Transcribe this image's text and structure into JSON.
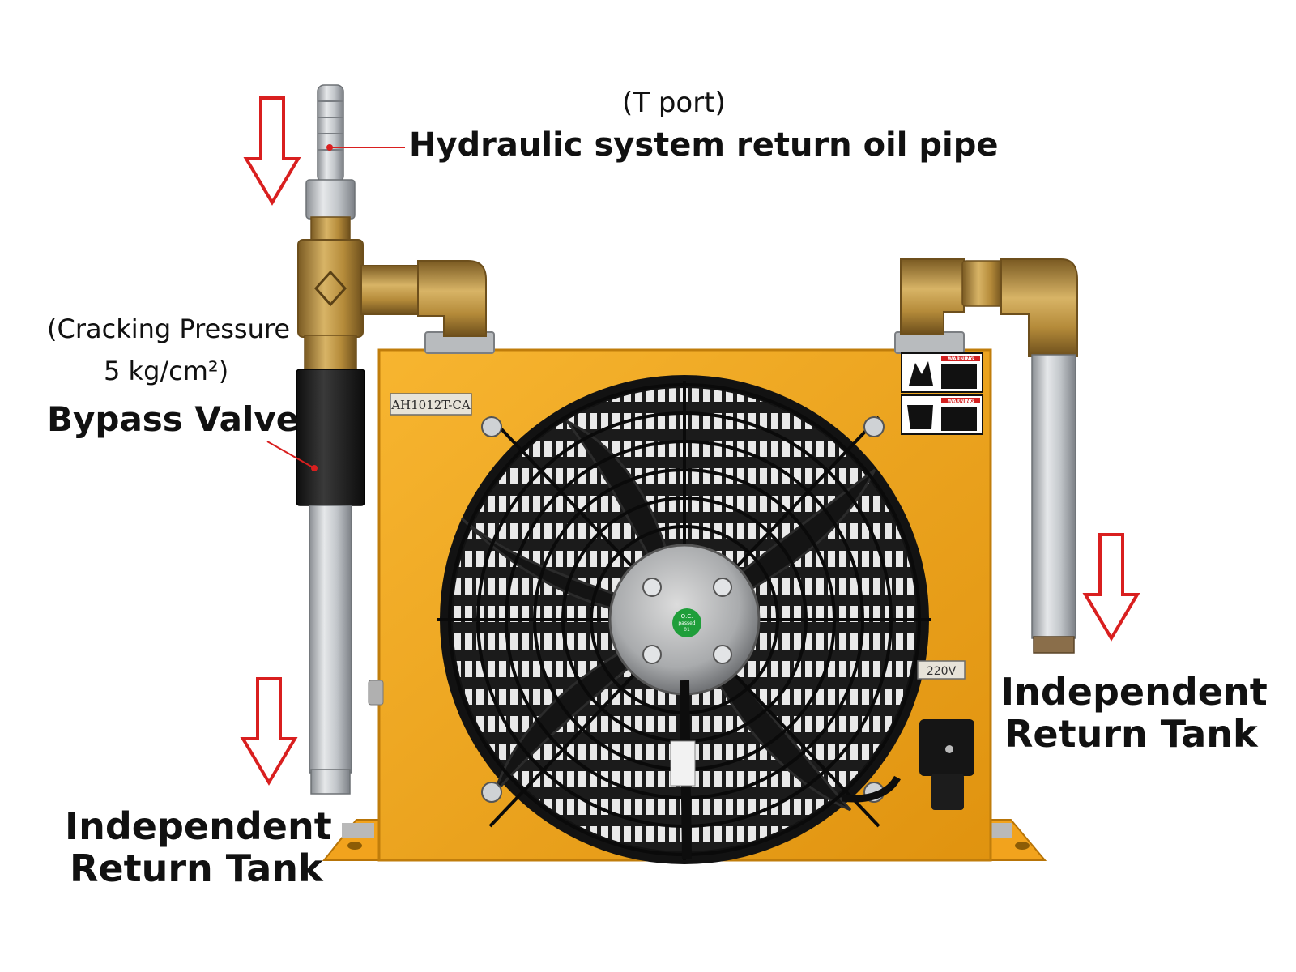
{
  "labels": {
    "t_port": "(T port)",
    "return_oil_pipe": "Hydraulic system return oil pipe",
    "cracking_pressure_line1": "(Cracking Pressure",
    "cracking_pressure_line2": "5 kg/cm²)",
    "bypass_valve": "Bypass Valve",
    "return_tank_right_line1": "Independent",
    "return_tank_right_line2": "Return Tank",
    "return_tank_left_line1": "Independent",
    "return_tank_left_line2": "Return Tank"
  },
  "product": {
    "model_plate": "AH1012T-CA",
    "voltage": "220V",
    "qc_sticker_line1": "Q.C.",
    "qc_sticker_line2": "passed",
    "qc_sticker_line3": "01",
    "warning_label_1": "WARNING",
    "warning_label_2": "WARNING"
  },
  "colors": {
    "cooler_body": "#f2a31d",
    "arrow": "#d91f1f",
    "fan": "#151515",
    "steel": "#c9ccd0",
    "brass": "#b58b3a",
    "valve": "#1e1e1e",
    "qc_sticker": "#1f9e3a"
  }
}
